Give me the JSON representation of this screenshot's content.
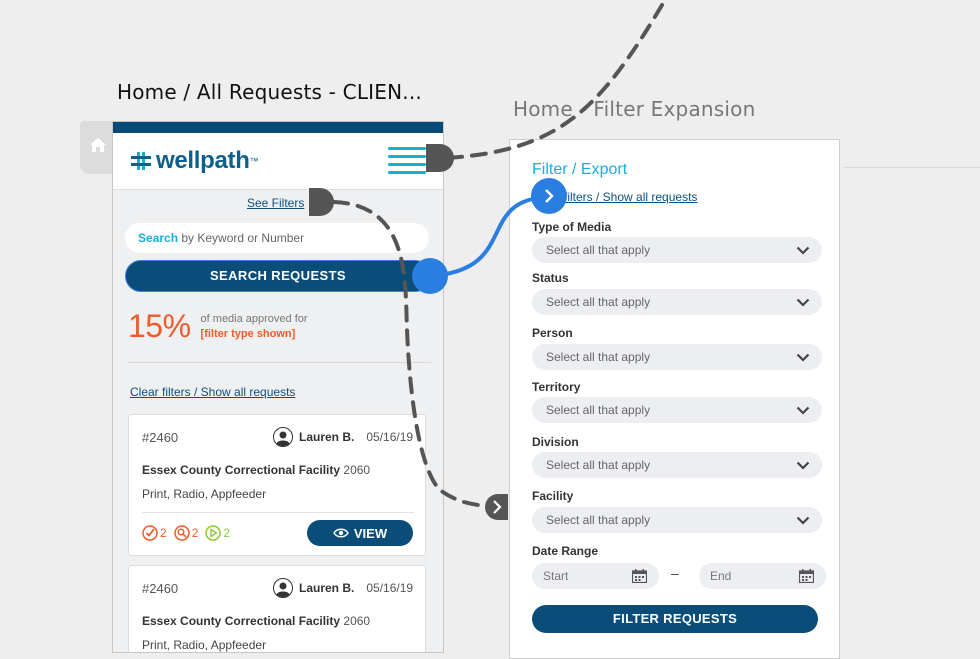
{
  "frames": {
    "left_title": "Home / All Requests - CLIEN...",
    "right_title": "Home - Filter Expansion"
  },
  "header": {
    "logo_text": "wellpath",
    "logo_tm": "™"
  },
  "search": {
    "see_filters": "See Filters",
    "placeholder_bold": "Search",
    "placeholder_rest": " by Keyword or Number",
    "button_label": "SEARCH REQUESTS"
  },
  "stats": {
    "percent": "15%",
    "line1": "of media approved for",
    "line2": "[filter type shown]"
  },
  "clear_filters": "Clear filters / Show all requests",
  "requests": [
    {
      "id": "#2460",
      "user": "Lauren B.",
      "date": "05/16/19",
      "facility": "Essex County Correctional Facility",
      "facility_code": "2060",
      "media": "Print, Radio, Appfeeder",
      "counts": {
        "approved": "2",
        "review": "2",
        "play": "2"
      },
      "view_label": "VIEW"
    },
    {
      "id": "#2460",
      "user": "Lauren B.",
      "date": "05/16/19",
      "facility": "Essex County Correctional Facility",
      "facility_code": "2060",
      "media": "Print, Radio, Appfeeder"
    }
  ],
  "filter_panel": {
    "title": "Filter / Export",
    "clear_link": "Clear filters / Show all requests",
    "groups": [
      {
        "label": "Type of Media",
        "placeholder": "Select all that apply"
      },
      {
        "label": "Status",
        "placeholder": "Select all that apply"
      },
      {
        "label": "Person",
        "placeholder": "Select all that apply"
      },
      {
        "label": "Territory",
        "placeholder": "Select all that apply"
      },
      {
        "label": "Division",
        "placeholder": "Select all that apply"
      },
      {
        "label": "Facility",
        "placeholder": "Select all that apply"
      }
    ],
    "date_range_label": "Date Range",
    "start_placeholder": "Start",
    "end_placeholder": "End",
    "range_separator": "–",
    "button_label": "FILTER REQUESTS"
  },
  "colors": {
    "brand_navy": "#0a4d78",
    "accent_blue": "#1aaeda",
    "accent_orange": "#f15a29",
    "accent_green": "#8dc63f",
    "connector_blue": "#2a7de1",
    "connector_gray": "#555555"
  },
  "icons": {
    "home": "home-icon",
    "menu": "hamburger-menu-icon",
    "avatar": "user-avatar-icon",
    "eye": "eye-icon",
    "chevron": "chevron-down-icon",
    "calendar": "calendar-icon"
  }
}
